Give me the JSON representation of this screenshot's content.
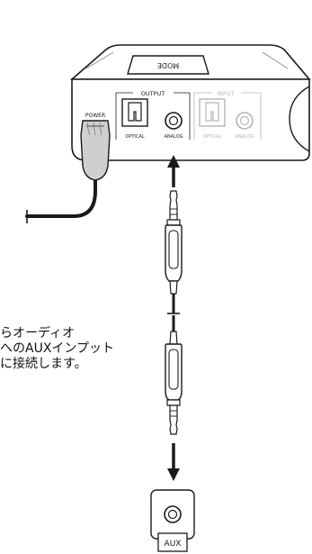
{
  "device": {
    "mode_label": "MODE",
    "output_label": "OUTPUT",
    "input_label": "INPUT",
    "power_label": "POWER",
    "output_ports": [
      "OPTICAL",
      "ANALOG"
    ],
    "input_ports": [
      "OPTICAL",
      "ANALOG"
    ]
  },
  "caption": {
    "lines": [
      "らオーディオ",
      "へのAUXインプット",
      "に接続します。"
    ]
  },
  "aux": {
    "label": "AUX"
  },
  "colors": {
    "line": "#1a1a1a",
    "body_fill": "#ffffff",
    "plug_gray": "#cfcfcf",
    "dim_text": "#b5b5b5"
  }
}
